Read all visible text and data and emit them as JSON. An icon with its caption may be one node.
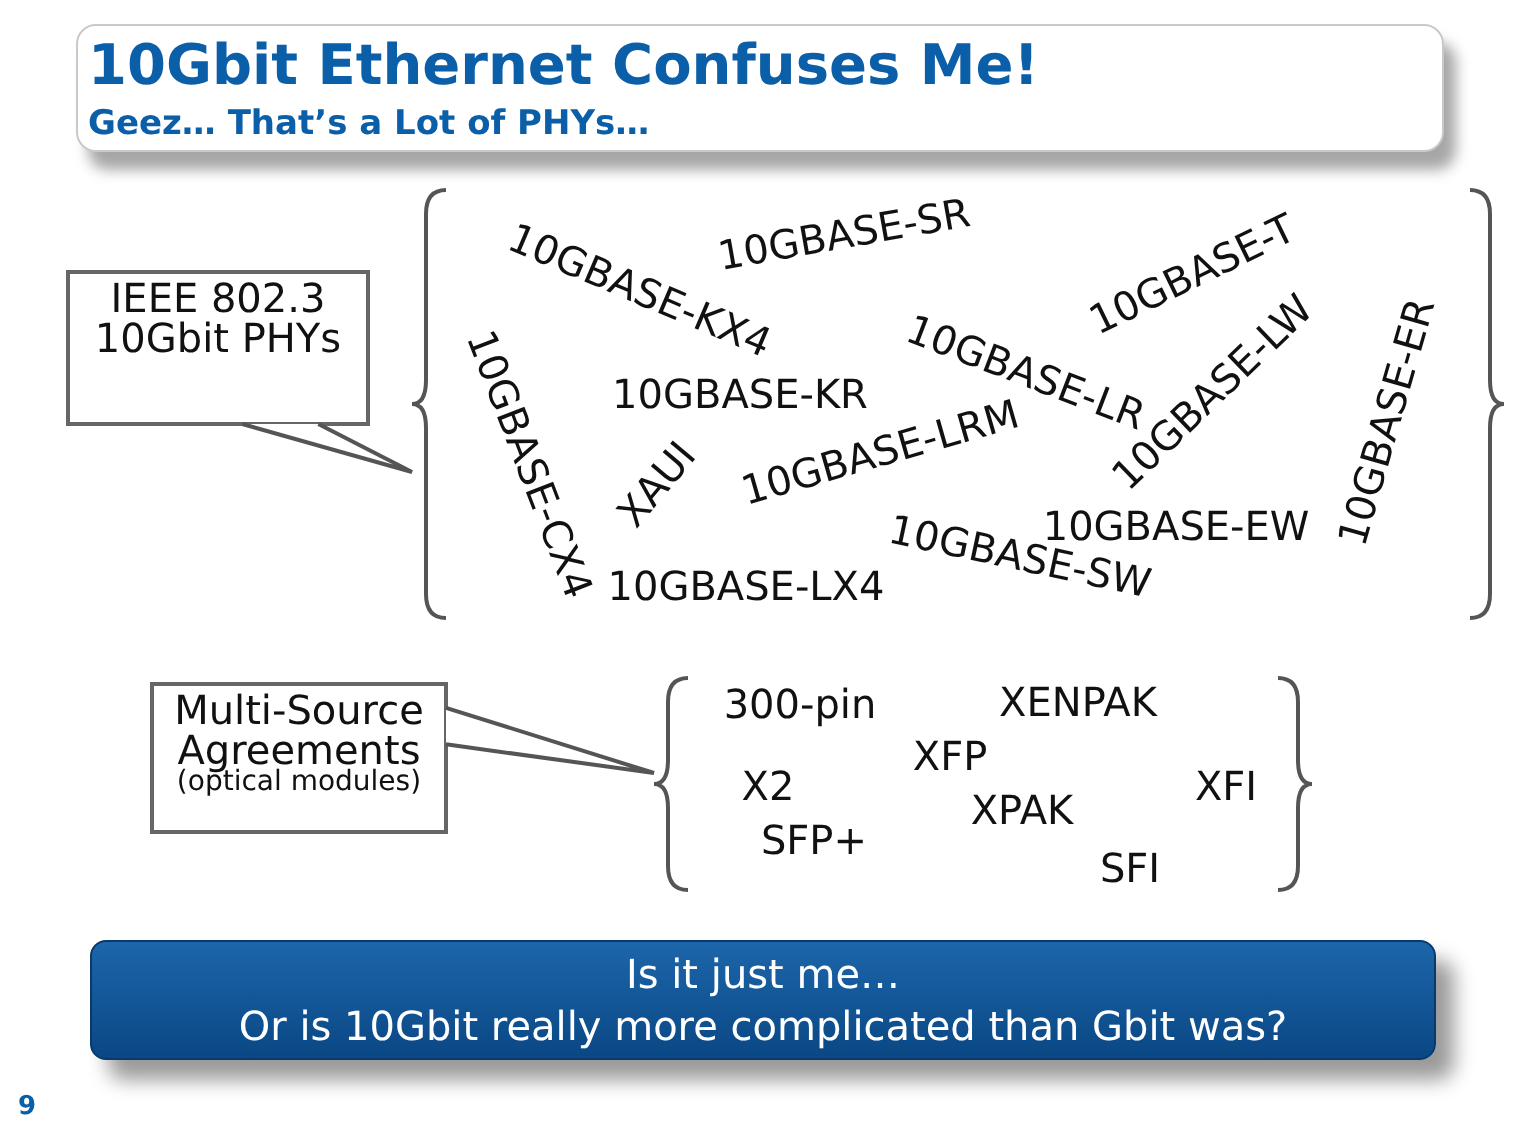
{
  "diagram": {
    "title": "10Gbit Ethernet Confuses Me!",
    "nodes": [
      {
        "text": [
          "IEEE 802.3 10Gbit PHYs"
        ]
      },
      {
        "text": [
          "10GBASE-KX4",
          "10GBASE-SR",
          "10GBASE-T",
          "10GBASE-CX4",
          "10GBASE-LR",
          "10GBASE-ER",
          "10GBASE-KR",
          "10GBASE-LW",
          "XAUI",
          "10GBASE-LRM",
          "10GBASE-EW",
          "10GBASE-SW",
          "10GBASE-LX4"
        ]
      },
      {
        "text": [
          "Multi-Source Agreements",
          "(optical modules)"
        ]
      },
      {
        "text": [
          "300-pin",
          "XENPAK",
          "XFP",
          "X2",
          "XFI",
          "XPAK",
          "SFP+",
          "SFI"
        ]
      },
      {
        "text": [
          "Is it just me…",
          "Or is 10Gbit really more complicated than Gbit was?"
        ]
      }
    ],
    "edges": [
      {
        "from": 0,
        "to": 1,
        "arrow": "none"
      },
      {
        "from": 2,
        "to": 3,
        "arrow": "none"
      }
    ],
    "labels": [
      "Geez… That’s a Lot of PHYs…",
      "9"
    ]
  }
}
